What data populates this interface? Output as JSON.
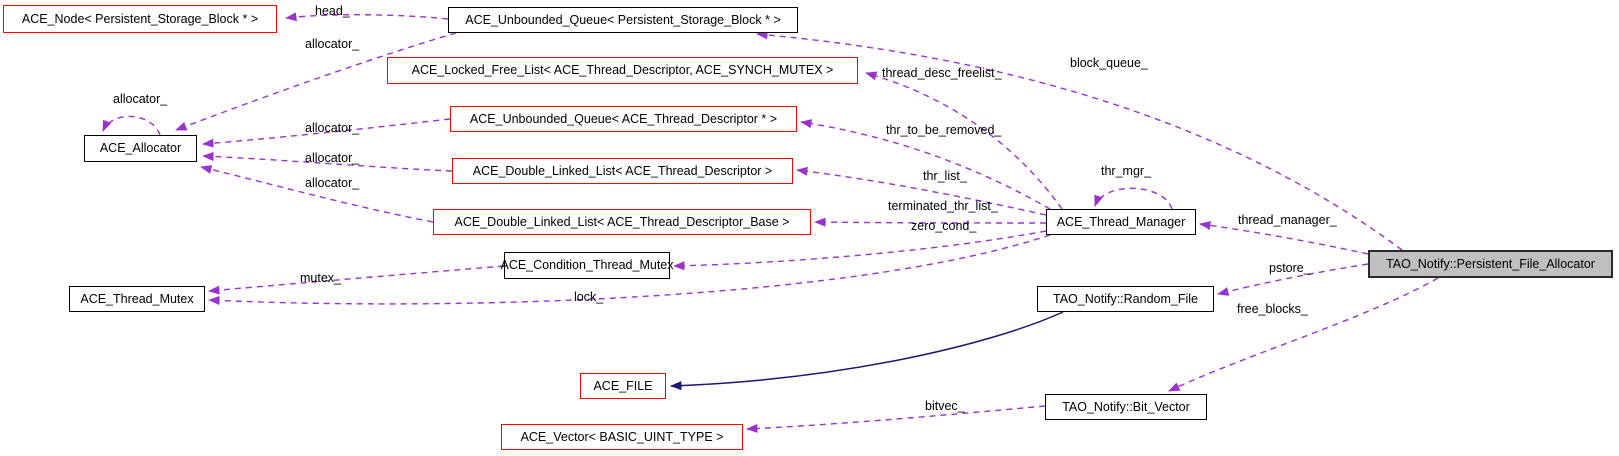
{
  "diagram": {
    "kind": "doxygen-collaboration-graph",
    "colors": {
      "dashed_edge": "#9a32cd",
      "solid_edge": "#191970",
      "red_node_border": "#ff0000",
      "black_node_border": "#000000",
      "main_node_fill": "#bfbfbf"
    },
    "nodes": [
      {
        "id": "ace-node-psb",
        "style": "red",
        "label": "ACE_Node< Persistent_Storage_Block * >"
      },
      {
        "id": "ace-unbounded-queue-psb",
        "style": "black",
        "label": "ACE_Unbounded_Queue< Persistent_Storage_Block * >"
      },
      {
        "id": "ace-locked-free-list",
        "style": "red",
        "label": "ACE_Locked_Free_List< ACE_Thread_Descriptor, ACE_SYNCH_MUTEX >"
      },
      {
        "id": "ace-unbounded-queue-td",
        "style": "red",
        "label": "ACE_Unbounded_Queue< ACE_Thread_Descriptor * >"
      },
      {
        "id": "ace-allocator",
        "style": "black",
        "label": "ACE_Allocator"
      },
      {
        "id": "ace-double-linked-list-td",
        "style": "red",
        "label": "ACE_Double_Linked_List< ACE_Thread_Descriptor >"
      },
      {
        "id": "ace-double-linked-list-tdb",
        "style": "red",
        "label": "ACE_Double_Linked_List< ACE_Thread_Descriptor_Base >"
      },
      {
        "id": "ace-thread-manager",
        "style": "black",
        "label": "ACE_Thread_Manager"
      },
      {
        "id": "ace-condition-thread-mutex",
        "style": "black",
        "label": "ACE_Condition_Thread_Mutex"
      },
      {
        "id": "tao-notify-persistent-file-allocator",
        "style": "main",
        "label": "TAO_Notify::Persistent_File_Allocator"
      },
      {
        "id": "ace-thread-mutex",
        "style": "black",
        "label": "ACE_Thread_Mutex"
      },
      {
        "id": "tao-notify-random-file",
        "style": "black",
        "label": "TAO_Notify::Random_File"
      },
      {
        "id": "ace-file",
        "style": "red",
        "label": "ACE_FILE"
      },
      {
        "id": "tao-notify-bit-vector",
        "style": "black",
        "label": "TAO_Notify::Bit_Vector"
      },
      {
        "id": "ace-vector-basic-uint-type",
        "style": "red",
        "label": "ACE_Vector< BASIC_UINT_TYPE >"
      }
    ],
    "edge_labels": [
      {
        "text": "head_"
      },
      {
        "text": "allocator_"
      },
      {
        "text": "allocator_"
      },
      {
        "text": "allocator_"
      },
      {
        "text": "allocator_"
      },
      {
        "text": "allocator_"
      },
      {
        "text": "block_queue_"
      },
      {
        "text": "thread_desc_freelist_"
      },
      {
        "text": "thr_to_be_removed_"
      },
      {
        "text": "thr_list_"
      },
      {
        "text": "terminated_thr_list_"
      },
      {
        "text": "zero_cond_"
      },
      {
        "text": "thr_mgr_"
      },
      {
        "text": "thread_manager_"
      },
      {
        "text": "mutex_"
      },
      {
        "text": "lock_"
      },
      {
        "text": "pstore_"
      },
      {
        "text": "free_blocks_"
      },
      {
        "text": "bitvec_"
      }
    ]
  }
}
